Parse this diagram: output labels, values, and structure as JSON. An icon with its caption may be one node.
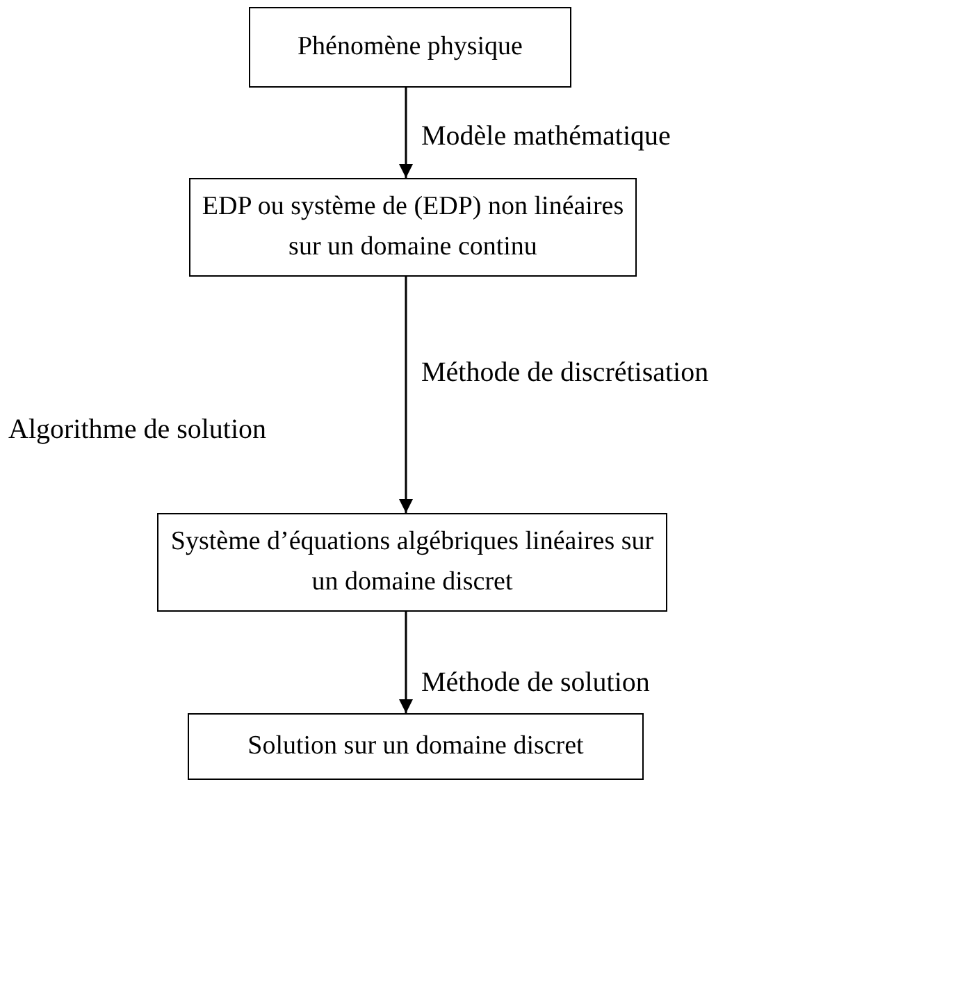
{
  "diagram": {
    "nodes": [
      {
        "text": [
          "Phénomène physique"
        ]
      },
      {
        "text": [
          "EDP ou système de (EDP) non linéaires sur un domaine continu"
        ]
      },
      {
        "text": [
          "Système d’équations algébriques linéaires sur un domaine discret"
        ]
      },
      {
        "text": [
          "Solution sur un domaine discret"
        ]
      }
    ],
    "edges": [
      {
        "from": 0,
        "to": 1,
        "arrow": "to",
        "label": "Modèle mathématique"
      },
      {
        "from": 1,
        "to": 2,
        "arrow": "to",
        "label": "Méthode de discrétisation"
      },
      {
        "from": 2,
        "to": 3,
        "arrow": "to",
        "label": "Méthode de solution"
      }
    ],
    "labels": [
      "Algorithme de solution"
    ]
  }
}
